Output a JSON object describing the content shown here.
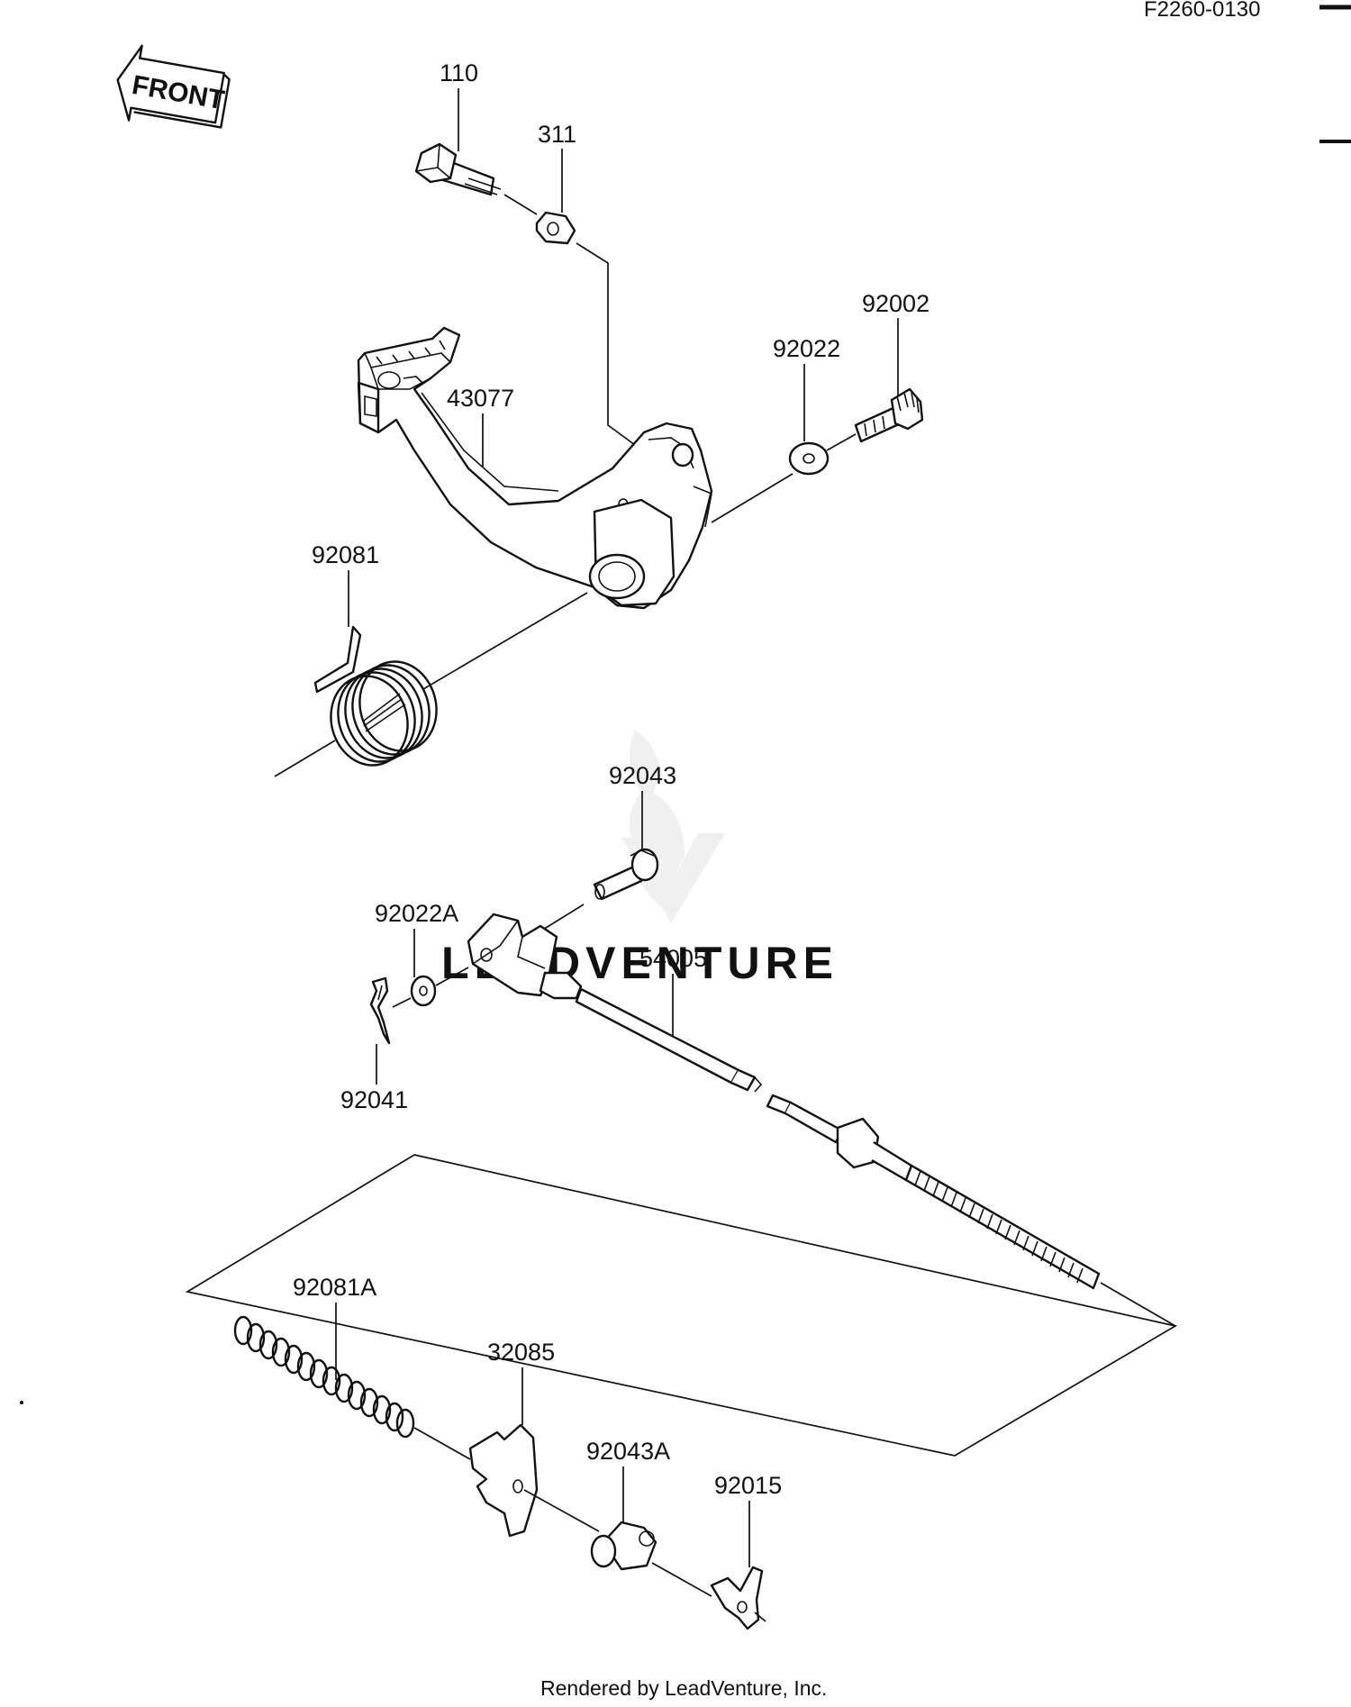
{
  "header": {
    "figure_code": "F2260-0130"
  },
  "front_marker": {
    "label": "FRONT"
  },
  "part_numbers": [
    "110",
    "311",
    "92002",
    "92022",
    "43077",
    "92081",
    "92043",
    "92022A",
    "54005",
    "92041",
    "92081A",
    "32085",
    "92043A",
    "92015"
  ],
  "watermark": {
    "text": "LEADVENTURE"
  },
  "footer": {
    "credit": "Rendered by LeadVenture, Inc."
  }
}
